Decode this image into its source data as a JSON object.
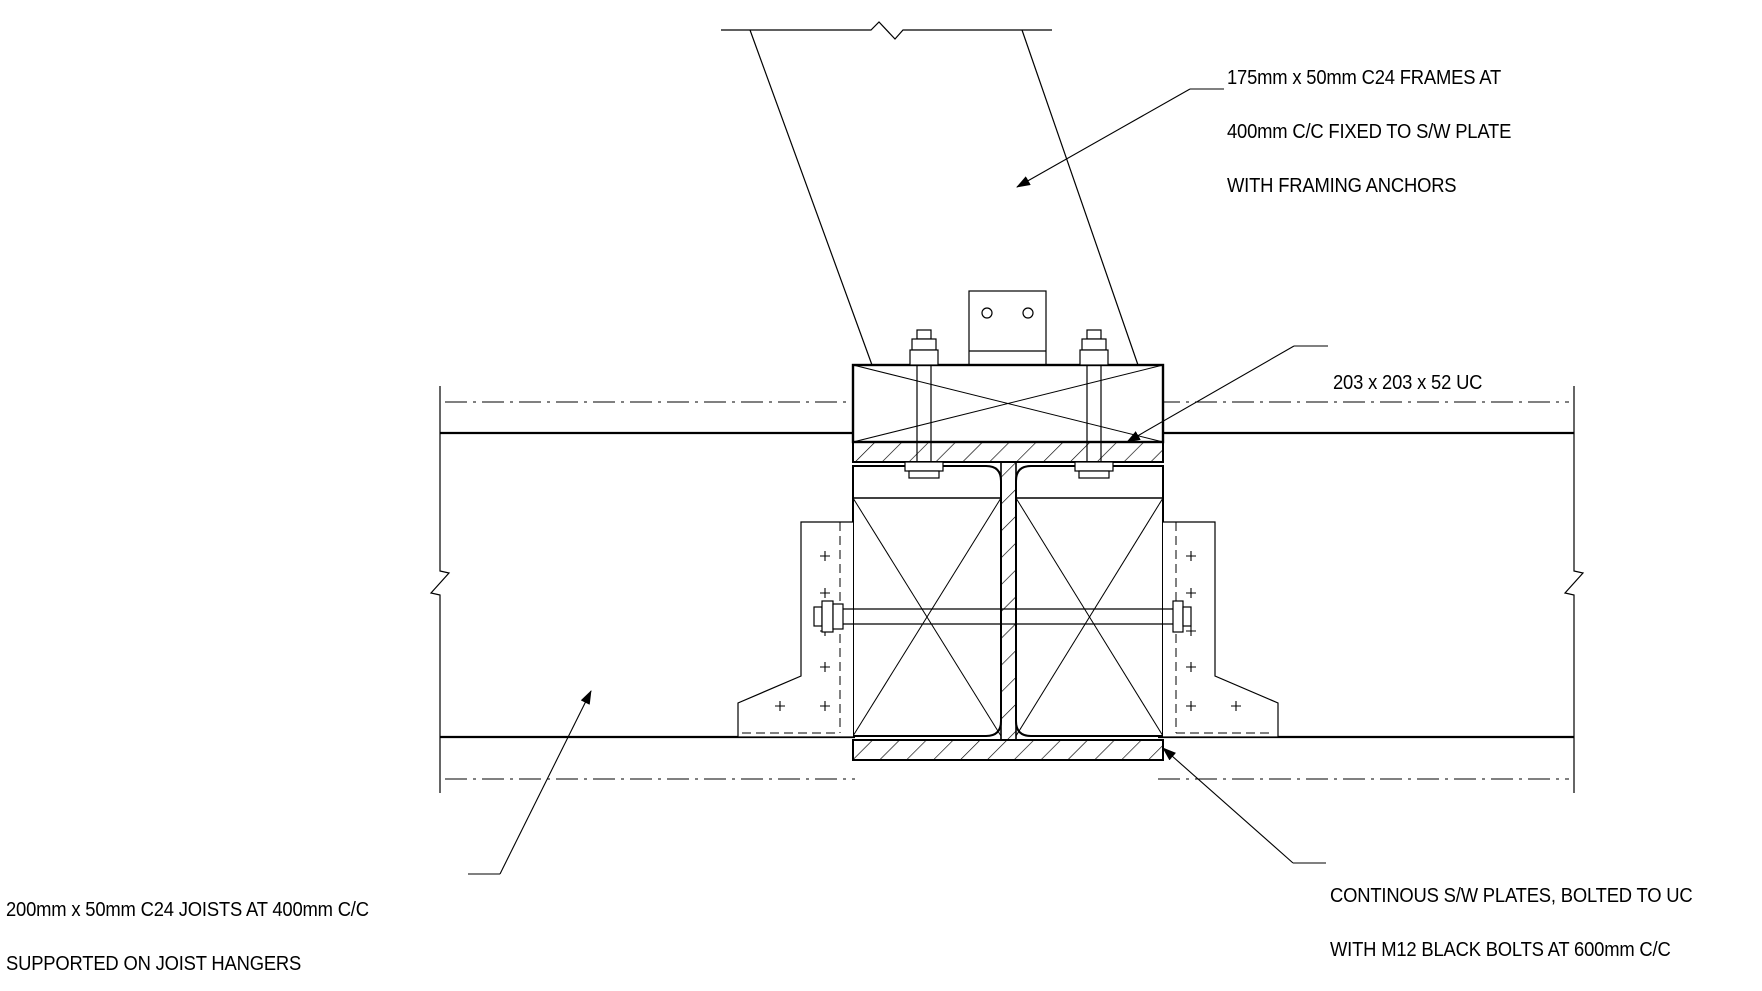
{
  "annotations": {
    "frames": {
      "lines": [
        "175mm x 50mm C24 FRAMES AT",
        "400mm C/C FIXED TO S/W PLATE",
        "WITH FRAMING ANCHORS"
      ]
    },
    "uc": {
      "lines": [
        "203 x 203 x 52 UC"
      ]
    },
    "plates": {
      "lines": [
        "CONTINOUS S/W PLATES, BOLTED TO UC",
        "WITH M12 BLACK BOLTS AT 600mm C/C"
      ]
    },
    "joists": {
      "lines": [
        "200mm x 50mm C24 JOISTS AT 400mm C/C",
        "SUPPORTED ON JOIST HANGERS"
      ]
    }
  },
  "colors": {
    "ink": "#000000",
    "paper": "#ffffff"
  }
}
